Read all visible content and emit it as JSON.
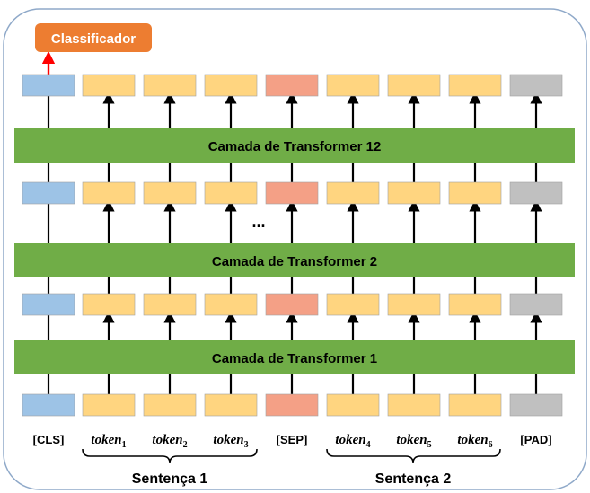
{
  "classifier": {
    "label": "Classificador"
  },
  "layers": [
    {
      "label": "Camada de Transformer 12"
    },
    {
      "label": "Camada de Transformer 2"
    },
    {
      "label": "Camada de Transformer 1"
    }
  ],
  "ellipsis": "...",
  "tokens": [
    {
      "label": "[CLS]",
      "kind": "cls"
    },
    {
      "base": "token",
      "sub": "1",
      "kind": "token"
    },
    {
      "base": "token",
      "sub": "2",
      "kind": "token"
    },
    {
      "base": "token",
      "sub": "3",
      "kind": "token"
    },
    {
      "label": "[SEP]",
      "kind": "sep"
    },
    {
      "base": "token",
      "sub": "4",
      "kind": "token"
    },
    {
      "base": "token",
      "sub": "5",
      "kind": "token"
    },
    {
      "base": "token",
      "sub": "6",
      "kind": "token"
    },
    {
      "label": "[PAD]",
      "kind": "pad"
    }
  ],
  "sentences": [
    {
      "label": "Sentença 1"
    },
    {
      "label": "Sentença 2"
    }
  ],
  "colors": {
    "cls": "#9dc3e6",
    "token": "#ffd580",
    "sep": "#f4a086",
    "pad": "#c0c0c0",
    "layer": "#70ad47",
    "classifier": "#ed7d31",
    "arrow_red": "#ff0000",
    "frame": "#8fa9c9"
  }
}
